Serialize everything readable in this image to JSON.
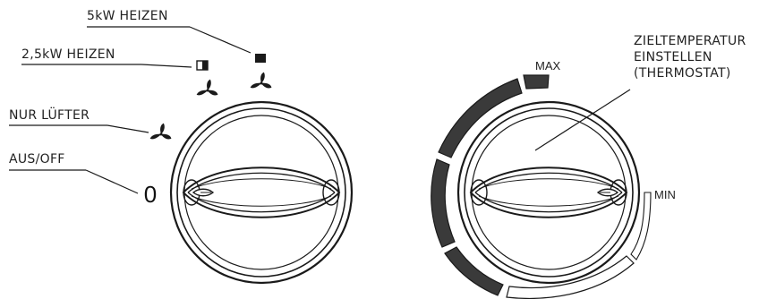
{
  "left_knob": {
    "labels": {
      "heat_5kw": "5kW HEIZEN",
      "heat_25kw": "2,5kW HEIZEN",
      "fan_only": "NUR LÜFTER",
      "off": "AUS/OFF"
    },
    "off_symbol": "0",
    "icons": [
      "half-square-icon",
      "filled-square-icon",
      "fan-icon"
    ]
  },
  "right_knob": {
    "labels": {
      "max": "MAX",
      "min": "MIN",
      "target_line1": "ZIELTEMPERATUR",
      "target_line2": "EINSTELLEN",
      "target_line3": "(THERMOSTAT)"
    }
  },
  "colors": {
    "line": "#1a1a1a",
    "scale_fill": "#3a3a3a"
  }
}
